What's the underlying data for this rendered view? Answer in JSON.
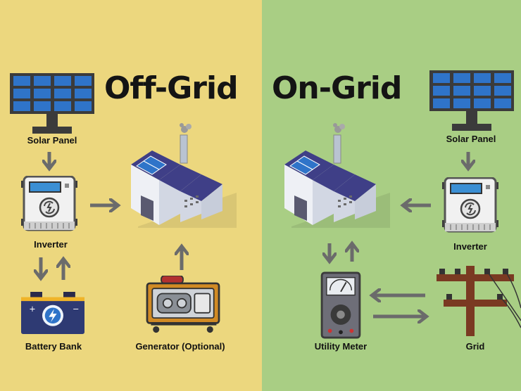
{
  "colors": {
    "off_grid_bg": "#ecd77e",
    "on_grid_bg": "#a9ce84",
    "arrow": "#6b6b6b",
    "panel_cell": "#2f74c9",
    "panel_frame": "#3b3b3b"
  },
  "off_grid": {
    "title": "Off-Grid",
    "labels": {
      "solar_panel": "Solar Panel",
      "inverter": "Inverter",
      "battery_bank": "Battery Bank",
      "generator": "Generator (Optional)"
    }
  },
  "on_grid": {
    "title": "On-Grid",
    "labels": {
      "solar_panel": "Solar Panel",
      "inverter": "Inverter",
      "utility_meter": "Utility Meter",
      "grid": "Grid"
    }
  },
  "icons": [
    "solar-panel-icon",
    "inverter-icon",
    "battery-icon",
    "generator-icon",
    "factory-icon",
    "utility-meter-icon",
    "power-pole-icon",
    "arrow-icon"
  ]
}
